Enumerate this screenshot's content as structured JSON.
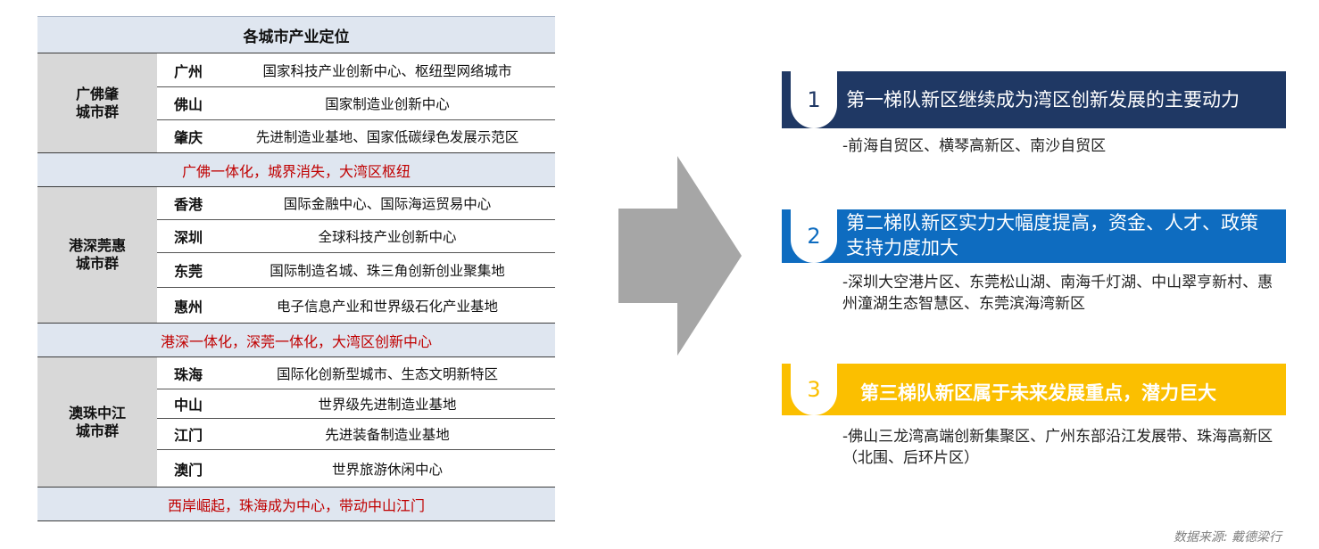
{
  "table": {
    "title": "各城市产业定位",
    "groups": [
      {
        "name": "广佛肇\n城市群",
        "rows": [
          {
            "city": "广州",
            "role": "国家科技产业创新中心、枢纽型网络城市"
          },
          {
            "city": "佛山",
            "role": "国家制造业创新中心"
          },
          {
            "city": "肇庆",
            "role": "先进制造业基地、国家低碳绿色发展示范区"
          }
        ],
        "summary": "广佛一体化，城界消失，大湾区枢纽"
      },
      {
        "name": "港深莞惠\n城市群",
        "rows": [
          {
            "city": "香港",
            "role": "国际金融中心、国际海运贸易中心"
          },
          {
            "city": "深圳",
            "role": "全球科技产业创新中心"
          },
          {
            "city": "东莞",
            "role": "国际制造名城、珠三角创新创业聚集地"
          },
          {
            "city": "惠州",
            "role": "电子信息产业和世界级石化产业基地"
          }
        ],
        "summary": "港深一体化，深莞一体化，大湾区创新中心"
      },
      {
        "name": "澳珠中江\n城市群",
        "rows": [
          {
            "city": "珠海",
            "role": "国际化创新型城市、生态文明新特区"
          },
          {
            "city": "中山",
            "role": "世界级先进制造业基地"
          },
          {
            "city": "江门",
            "role": "先进装备制造业基地"
          },
          {
            "city": "澳门",
            "role": "世界旅游休闲中心"
          }
        ],
        "summary": "西岸崛起，珠海成为中心，带动中山江门"
      }
    ]
  },
  "tiers": [
    {
      "number": "1",
      "title": "第一梯队新区继续成为湾区创新发展的主要动力",
      "detail": "-前海自贸区、横琴高新区、南沙自贸区",
      "color": "#1f3864"
    },
    {
      "number": "2",
      "title": "第二梯队新区实力大幅度提高，资金、人才、政策支持力度加大",
      "detail": "-深圳大空港片区、东莞松山湖、南海千灯湖、中山翠亨新村、惠州潼湖生态智慧区、东莞滨海湾新区",
      "color": "#0e6cc0"
    },
    {
      "number": "3",
      "title": "第三梯队新区属于未来发展重点，潜力巨大",
      "detail": "-佛山三龙湾高端创新集聚区、广州东部沿江发展带、珠海高新区（北围、后环片区）",
      "color": "#fbbf00"
    }
  ],
  "arrow_icon": "right-arrow-icon",
  "source": "数据来源: 戴德梁行"
}
